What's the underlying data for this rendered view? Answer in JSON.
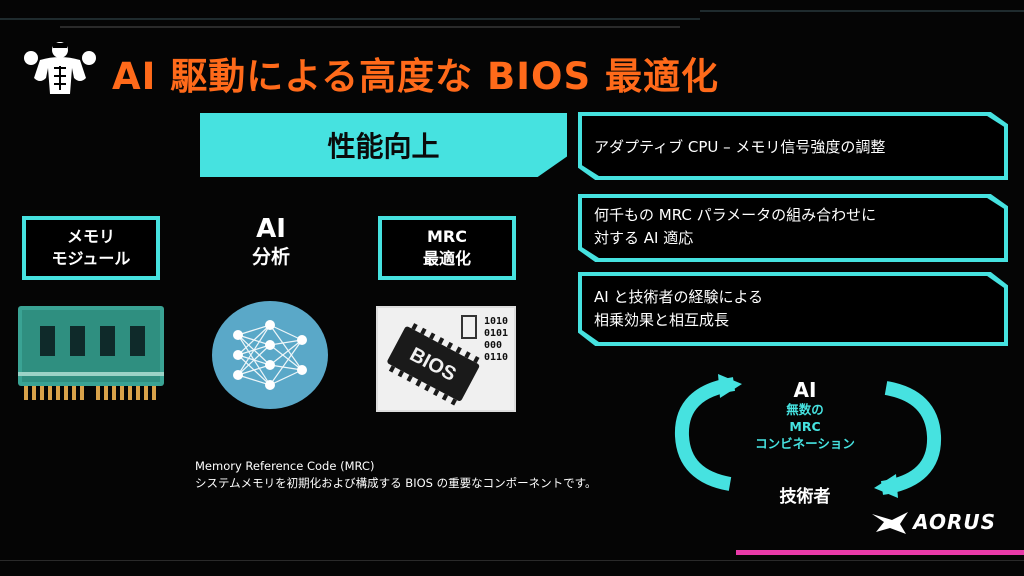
{
  "title": "AI 駆動による高度な BIOS 最適化",
  "banner": "性能向上",
  "pillars": {
    "memory_module": [
      "メモリ",
      "モジュール"
    ],
    "ai_analysis": [
      "AI",
      "分析"
    ],
    "mrc_optimize": [
      "MRC",
      "最適化"
    ]
  },
  "bios_chip": {
    "label": "BIOS",
    "binary": [
      "1010",
      "0101",
      "000",
      "0110"
    ]
  },
  "benefits": [
    "アダプティブ CPU – メモリ信号強度の調整",
    "何千もの MRC パラメータの組み合わせに",
    "対する AI 適応",
    "AI と技術者の経験による",
    "相乗効果と相互成長"
  ],
  "cycle": {
    "top": "AI",
    "middle": [
      "無数の",
      "MRC",
      "コンビネーション"
    ],
    "bottom": "技術者"
  },
  "footnote": [
    "Memory Reference Code (MRC)",
    "システムメモリを初期化および構成する BIOS の重要なコンポーネントです。"
  ],
  "logo": "AORUS",
  "colors": {
    "accent": "#46e2e0",
    "title": "#ff6a1a",
    "pink": "#e83aa8"
  }
}
